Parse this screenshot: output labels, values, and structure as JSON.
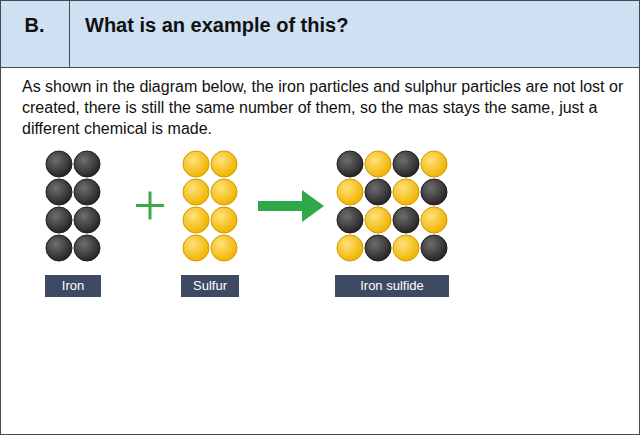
{
  "diagram": {
    "nodes": [
      {
        "text": [
          "B."
        ]
      },
      {
        "text": [
          "What is an example of this?"
        ]
      },
      {
        "text": [
          "As shown in the diagram below, the iron particles and sulphur particles are not lost or created, there is still the same number of them, so the mas stays the same, just a different chemical is made."
        ]
      },
      {
        "text": [
          "Iron"
        ],
        "in": 2
      },
      {
        "text": [
          "Sulfur"
        ],
        "in": 2
      },
      {
        "text": [
          "Iron sulfide"
        ],
        "in": 2
      }
    ]
  }
}
